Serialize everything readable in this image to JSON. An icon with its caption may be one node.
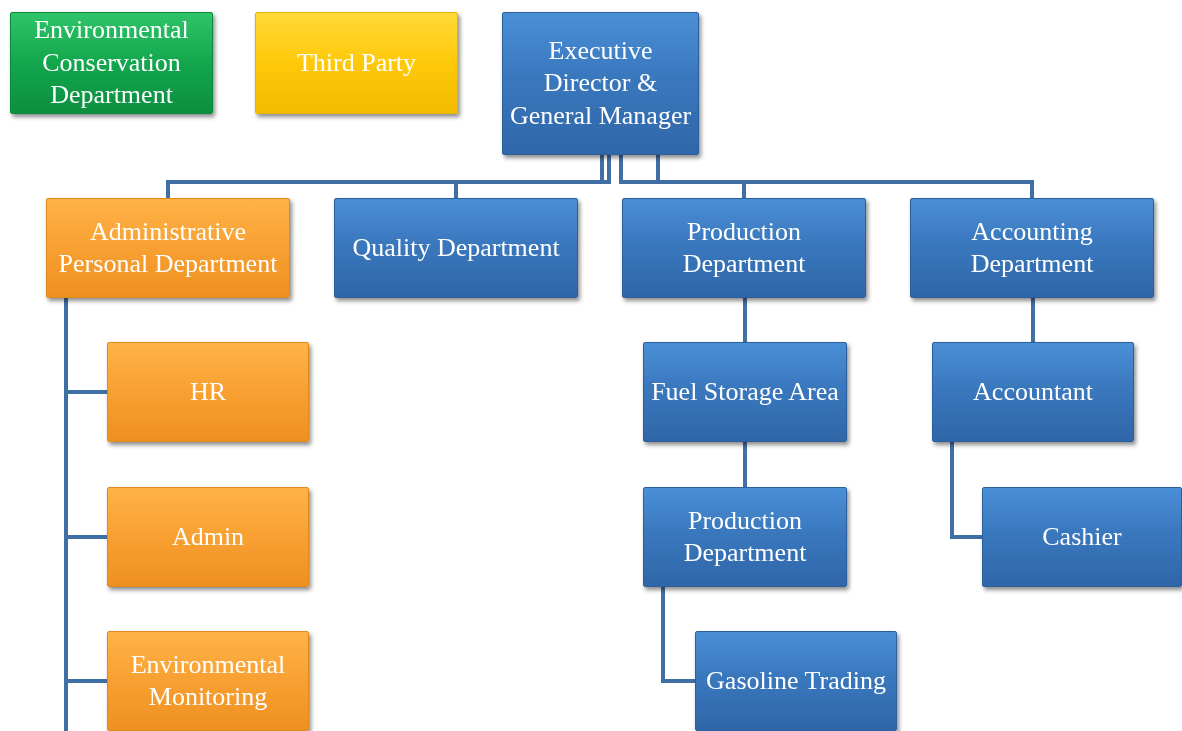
{
  "diagram": {
    "nodes": [
      {
        "text": [
          "Environmental Conservation Department"
        ]
      },
      {
        "text": [
          "Third Party"
        ]
      },
      {
        "text": [
          "Executive Director & General Manager"
        ]
      },
      {
        "text": [
          "Administrative Personal Department"
        ]
      },
      {
        "text": [
          "Quality Department"
        ]
      },
      {
        "text": [
          "Production Department"
        ]
      },
      {
        "text": [
          "Accounting Department"
        ]
      },
      {
        "text": [
          "HR"
        ]
      },
      {
        "text": [
          "Admin"
        ]
      },
      {
        "text": [
          "Environmental Monitoring"
        ]
      },
      {
        "text": [
          "Fuel Storage Area"
        ]
      },
      {
        "text": [
          "Production Department"
        ]
      },
      {
        "text": [
          "Gasoline Trading"
        ]
      },
      {
        "text": [
          "Accountant"
        ]
      },
      {
        "text": [
          "Cashier"
        ]
      }
    ],
    "edges": [
      {
        "from": 2,
        "to": 3,
        "arrow": "none"
      },
      {
        "from": 2,
        "to": 4,
        "arrow": "none"
      },
      {
        "from": 2,
        "to": 5,
        "arrow": "none"
      },
      {
        "from": 2,
        "to": 6,
        "arrow": "none"
      },
      {
        "from": 3,
        "to": 7,
        "arrow": "none"
      },
      {
        "from": 3,
        "to": 8,
        "arrow": "none"
      },
      {
        "from": 3,
        "to": 9,
        "arrow": "none"
      },
      {
        "from": 5,
        "to": 10,
        "arrow": "none"
      },
      {
        "from": 10,
        "to": 11,
        "arrow": "none"
      },
      {
        "from": 11,
        "to": 12,
        "arrow": "none"
      },
      {
        "from": 6,
        "to": 13,
        "arrow": "none"
      },
      {
        "from": 13,
        "to": 14,
        "arrow": "none"
      }
    ]
  }
}
